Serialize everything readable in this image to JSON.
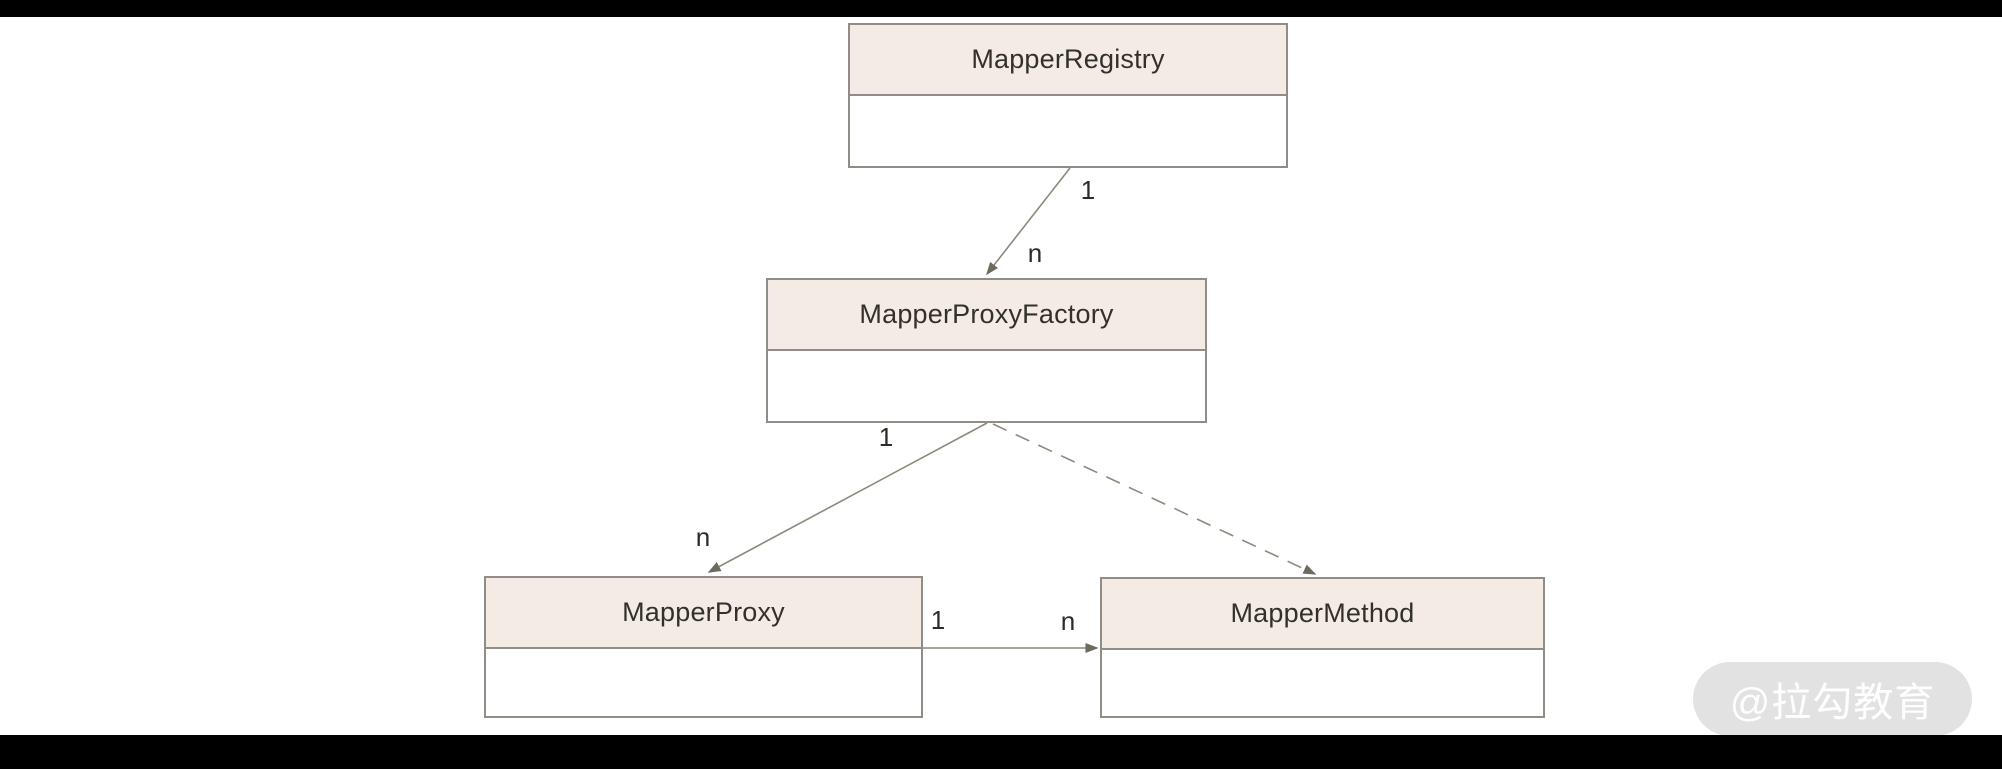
{
  "colors": {
    "letterbox": "#000000",
    "canvas_background": "#ffffff",
    "class_header_fill": "#f4ece4",
    "class_border": "#8f8d85",
    "relation_line": "#8f897c",
    "arrowhead": "#6f6a5f",
    "class_name_text": "#33302c",
    "multiplicity_text": "#2d2b28",
    "watermark_background": "#e2e2e2",
    "watermark_text": "#ffffff"
  },
  "diagram": {
    "type": "uml-class-diagram",
    "classes": [
      {
        "name": "MapperRegistry"
      },
      {
        "name": "MapperProxyFactory"
      },
      {
        "name": "MapperProxy"
      },
      {
        "name": "MapperMethod"
      }
    ],
    "relations": [
      {
        "from": "MapperRegistry",
        "to": "MapperProxyFactory",
        "line": "solid",
        "from_label": "1",
        "to_label": "n"
      },
      {
        "from": "MapperProxyFactory",
        "to": "MapperProxy",
        "line": "solid",
        "from_label": "1",
        "to_label": "n"
      },
      {
        "from": "MapperProxyFactory",
        "to": "MapperMethod",
        "line": "dashed",
        "from_label": "",
        "to_label": ""
      },
      {
        "from": "MapperProxy",
        "to": "MapperMethod",
        "line": "solid",
        "from_label": "1",
        "to_label": "n"
      }
    ]
  },
  "watermark": {
    "text": "@拉勾教育"
  }
}
